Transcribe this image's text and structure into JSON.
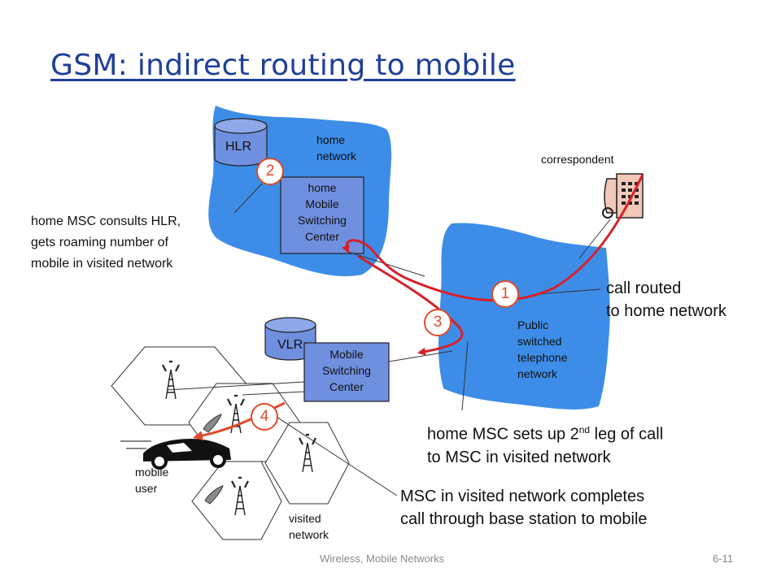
{
  "title": "GSM: indirect routing to mobile",
  "labels": {
    "hlr": "HLR",
    "vlr": "VLR",
    "home_network_1": "home",
    "home_network_2": "network",
    "home_msc": [
      "home",
      "Mobile",
      "Switching",
      "Center"
    ],
    "visited_msc": [
      "Mobile",
      "Switching",
      "Center"
    ],
    "correspondent": "correspondent",
    "pstn": [
      "Public",
      "switched",
      "telephone",
      "network"
    ],
    "mobile_user": [
      "mobile",
      "user"
    ],
    "visited_network": [
      "visited",
      "network"
    ]
  },
  "steps": [
    {
      "number": "1",
      "text": [
        "call routed",
        "to home network"
      ]
    },
    {
      "number": "2",
      "text": [
        "home MSC consults HLR,",
        "gets roaming number of",
        "mobile in visited network"
      ]
    },
    {
      "number": "3",
      "text_before_sup": "home MSC sets up 2",
      "sup": "nd",
      "text_after_sup": " leg of call",
      "text_line2": "to MSC in visited network"
    },
    {
      "number": "4",
      "text": [
        "MSC in visited network completes",
        "call through base station to mobile"
      ]
    }
  ],
  "footer": {
    "left": "Wireless, Mobile Networks",
    "right": "6-11"
  },
  "colors": {
    "title": "#1f3f99",
    "cloud": "#3d8de8",
    "arrow_red": "#d6202a",
    "badge": "#e04a2a",
    "box_fill": "#6f8fdf"
  }
}
